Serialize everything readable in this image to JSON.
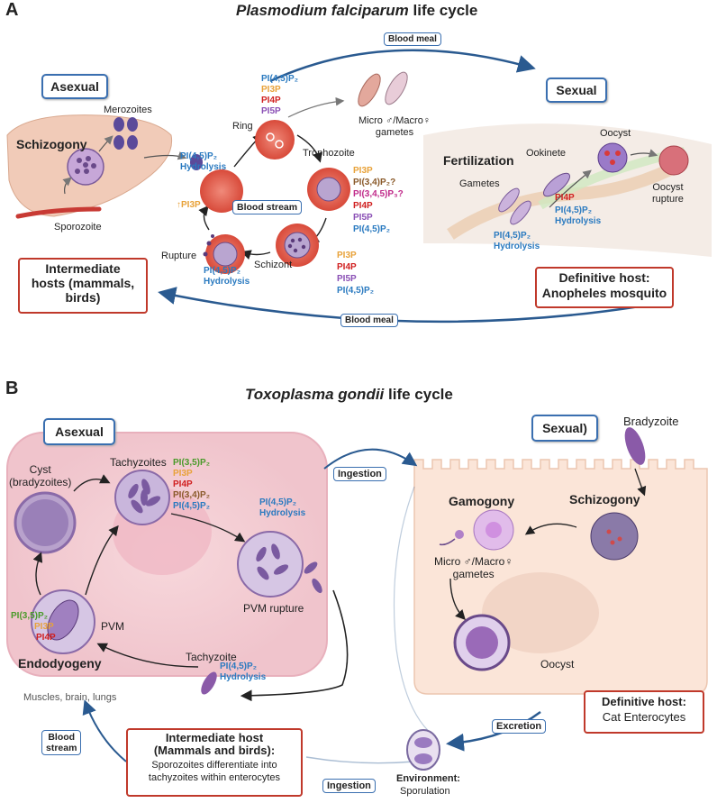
{
  "colors": {
    "pip2": "#2a7ac0",
    "pi3p": "#e8a23a",
    "pi4p": "#d01f1f",
    "pi5p": "#8a4fb5",
    "pi34p2": "#8a5a2a",
    "pip3": "#c02a8a",
    "pi35p2": "#4a9a2a",
    "box_border_blue": "#3a6fb0",
    "host_border_red": "#c0392b",
    "arrow": "#2a5a90"
  },
  "panel_a": {
    "letter": "A",
    "title_italic": "Plasmodium falciparum",
    "title_rest": " life cycle",
    "asexual": "Asexual",
    "sexual": "Sexual",
    "schizogony": "Schizogony",
    "merozoites": "Merozoites",
    "sporozoite": "Sporozoite",
    "blood_meal_top": "Blood meal",
    "blood_meal_bottom": "Blood meal",
    "blood_stream": "Blood stream",
    "ring": "Ring",
    "trophozoite": "Trophozoite",
    "schizont": "Schizont",
    "rupture": "Rupture",
    "gametes_label": "Micro ♂/Macro♀\ngametes",
    "fertilization": "Fertilization",
    "ookinete": "Ookinete",
    "oocyst": "Oocyst",
    "gametes": "Gametes",
    "oocyst_rupture": "Oocyst\nrupture",
    "pip2_hydrolysis_left": "PI(4,5)P₂\nHydrolysis",
    "up_pi3p": "↑PI3P",
    "ring_pis": [
      "PI(4,5)P₂",
      "PI3P",
      "PI4P",
      "PI5P"
    ],
    "troph_pis": [
      "PI3P",
      "PI(3,4)P₂?",
      "PI(3,4,5)P₃?",
      "PI4P",
      "PI5P",
      "PI(4,5)P₂"
    ],
    "schizont_pis": [
      "PI3P",
      "PI4P",
      "PI5P",
      "PI(4,5)P₂"
    ],
    "rupture_hydrolysis": "PI(4,5)P₂\nHydrolysis",
    "gametes_hydrolysis": "PI(4,5)P₂\nHydrolysis",
    "ookinete_pi4p": "PI4P",
    "ookinete_hydrolysis": "PI(4,5)P₂\nHydrolysis",
    "intermediate_host": "Intermediate\nhosts (mammals,\nbirds)",
    "definitive_host": "Definitive host:\nAnopheles mosquito"
  },
  "panel_b": {
    "letter": "B",
    "title_italic": "Toxoplasma gondii",
    "title_rest": " life cycle",
    "asexual": "Asexual",
    "sexual": "Sexual)",
    "bradyzoite": "Bradyzoite",
    "cyst": "Cyst\n(bradyzoites)",
    "tachyzoites": "Tachyzoites",
    "tachy_pis": [
      "PI(3,5)P₂",
      "PI3P",
      "PI4P",
      "PI(3,4)P₂",
      "PI(4,5)P₂"
    ],
    "pvm_hydrolysis": "PI(4,5)P₂\nHydrolysis",
    "pvm_rupture": "PVM rupture",
    "pvm": "PVM",
    "endo_pis": [
      "PI(3,5)P₂",
      "PI3P",
      "PI4P"
    ],
    "endodyogeny": "Endodyogeny",
    "tachyzoite": "Tachyzoite",
    "tachyzoite_hydrolysis": "PI(4,5)P₂\nHydrolysis",
    "muscles": "Muscles, brain, lungs",
    "ingestion_top": "Ingestion",
    "ingestion_bottom": "Ingestion",
    "excretion": "Excretion",
    "blood_stream": "Blood\nstream",
    "gamogony": "Gamogony",
    "schizogony": "Schizogony",
    "gametes_label": "Micro ♂/Macro♀\ngametes",
    "oocyst": "Oocyst",
    "definitive_title": "Definitive host:",
    "definitive_sub": "Cat Enterocytes",
    "intermediate_title": "Intermediate host\n(Mammals and birds):",
    "intermediate_sub": "Sporozoites differentiate into\ntachyzoites within enterocytes",
    "environment": "Environment:",
    "sporulation": "Sporulation"
  }
}
